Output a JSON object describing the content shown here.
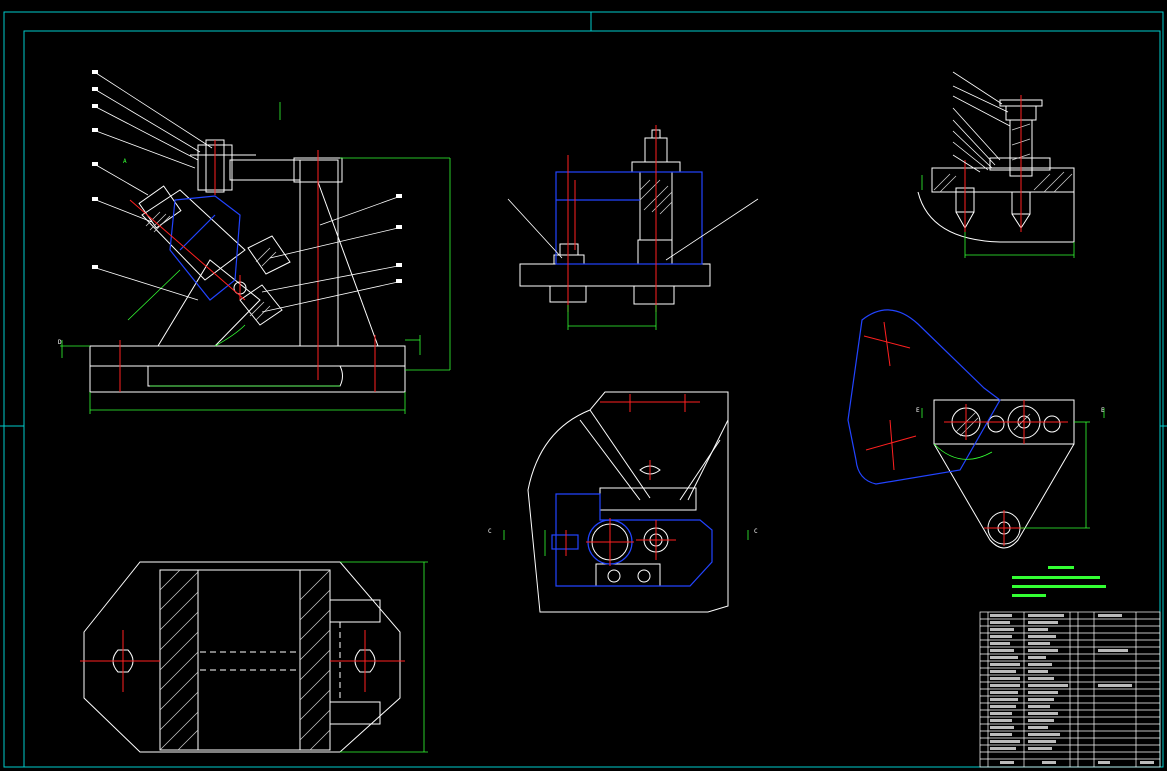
{
  "colors": {
    "background": "#000000",
    "border": "#00cccc",
    "outline": "#ffffff",
    "centerline": "#ff2020",
    "dimension": "#33ff33",
    "hidden": "#2244ff",
    "hatch": "#cccccc"
  },
  "views": {
    "main_view": {
      "label": "",
      "section_marks": [
        "A",
        "D"
      ]
    },
    "top_center_view": {
      "label": ""
    },
    "top_right_section": {
      "label": ""
    },
    "center_view": {
      "label": "",
      "section_marks": [
        "C",
        "C"
      ]
    },
    "right_view": {
      "label": "",
      "section_marks": [
        "E",
        "E"
      ]
    },
    "bottom_section": {
      "label": ""
    }
  },
  "technical_requirements": {
    "title": "",
    "lines": []
  },
  "title_block": {
    "rows": 22,
    "footer": []
  }
}
